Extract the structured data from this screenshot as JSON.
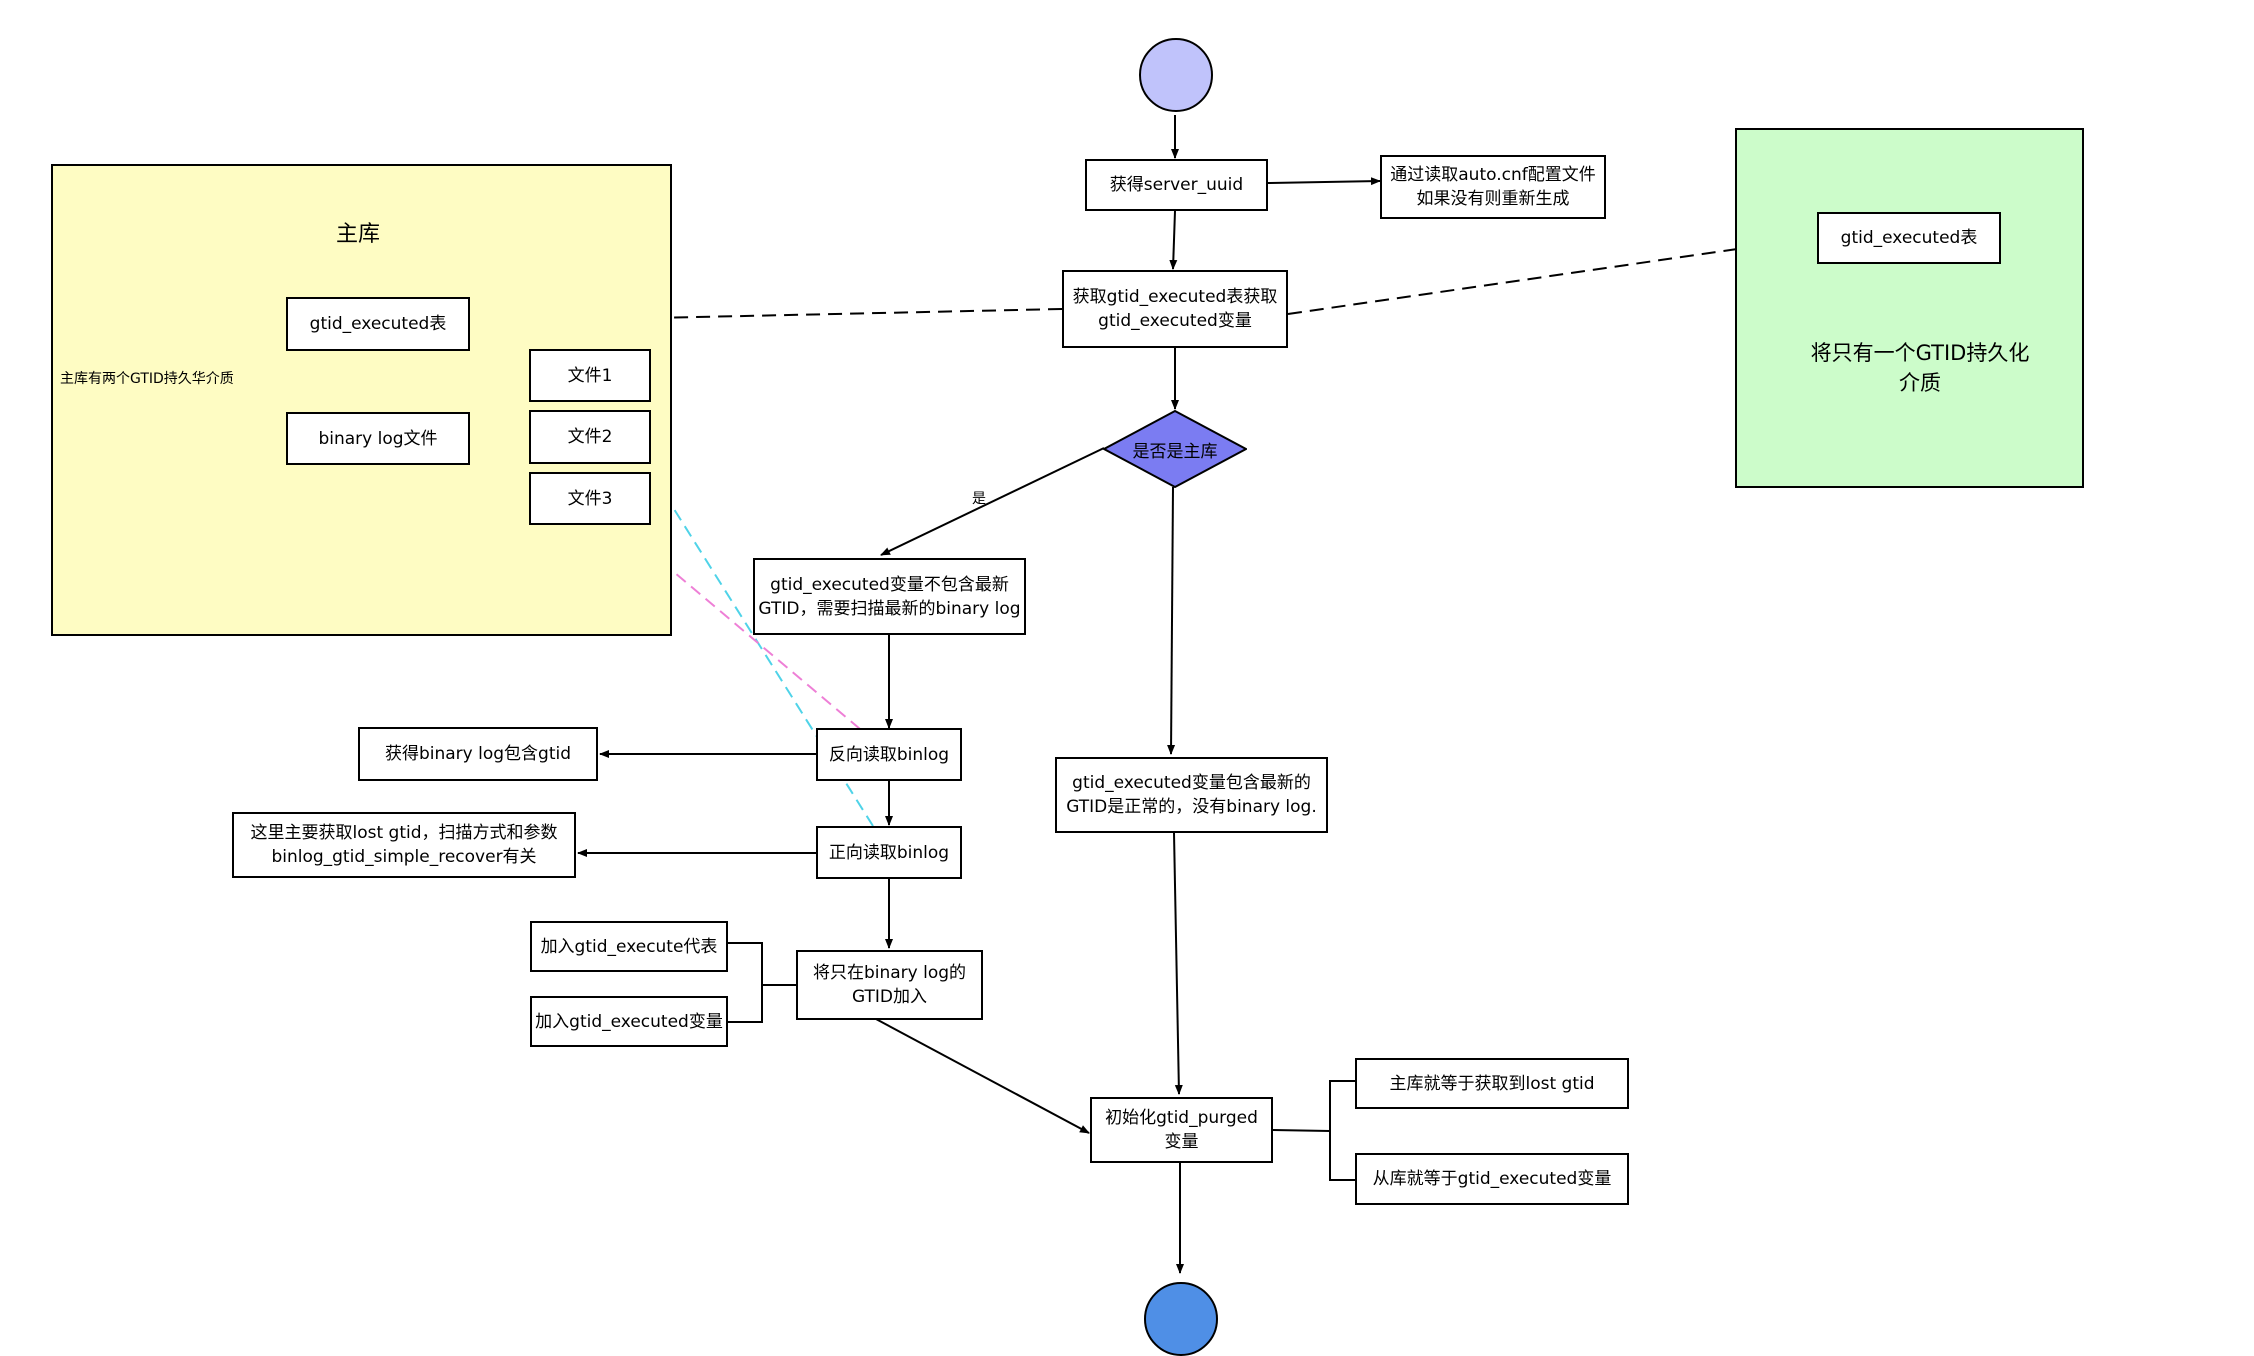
{
  "colors": {
    "start_node": "#c0c3fb",
    "end_node": "#4f8fe6",
    "decision": "#7b7cf2",
    "primary_panel": "#fefcc3",
    "other_panel": "#ccfcca",
    "cyan_link": "#4fd3e8",
    "pink_link": "#ee7fd6"
  },
  "primary_panel": {
    "title": "主库",
    "side_note": "主库有两个GTID持久华介质",
    "table_box": "gtid_executed表",
    "binlog_box": "binary log文件",
    "files": [
      "文件1",
      "文件2",
      "文件3"
    ]
  },
  "other_panel": {
    "table_box": "gtid_executed表",
    "caption": "将只有一个GTID持久化\n介质"
  },
  "flow": {
    "get_uuid": "获得server_uuid",
    "uuid_note": "通过读取auto.cnf配置文件\n如果没有则重新生成",
    "read_table": "获取gtid_executed表获取\ngtid_executed变量",
    "decision": "是否是主库",
    "yes_label": "是",
    "not_latest": "gtid_executed变量不包含最新\nGTID，需要扫描最新的binary log",
    "contains_latest": "gtid_executed变量包含最新的\nGTID是正常的，没有binary log.",
    "reverse_read": "反向读取binlog",
    "reverse_result": "获得binary log包含gtid",
    "forward_read": "正向读取binlog",
    "forward_note": "这里主要获取lost gtid，扫描方式和参数\nbinlog_gtid_simple_recover有关",
    "add_only_binlog": "将只在binary  log的\nGTID加入",
    "add_table": "加入gtid_execute代表",
    "add_variable": "加入gtid_executed变量",
    "init_purged": "初始化gtid_purged\n变量",
    "purged_primary": "主库就等于获取到lost gtid",
    "purged_replica": "从库就等于gtid_executed变量"
  }
}
